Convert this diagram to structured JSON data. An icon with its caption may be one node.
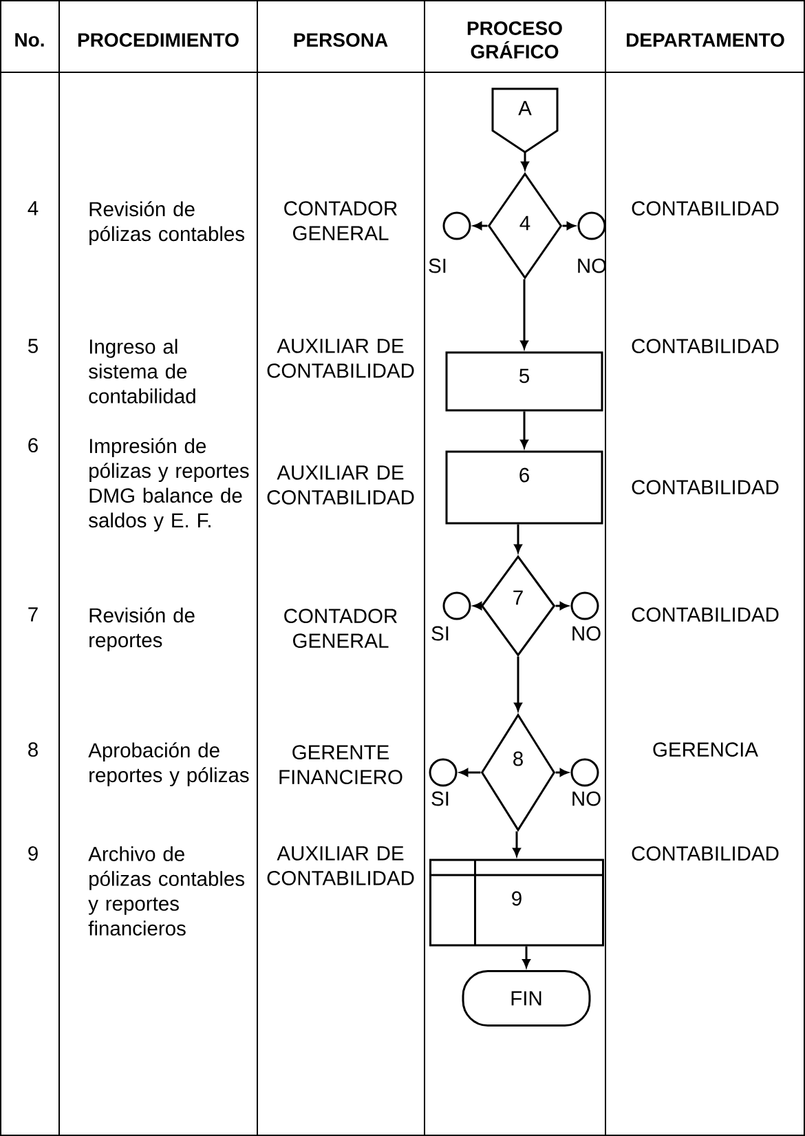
{
  "diagram": {
    "nodes": [
      {
        "text": [
          "A"
        ]
      },
      {
        "text": [
          "4"
        ]
      },
      {
        "text": [],
        "shape": "circle",
        "beside": [
          "SI"
        ]
      },
      {
        "text": [],
        "shape": "circle",
        "beside": [
          "NO"
        ]
      },
      {
        "text": [
          "5"
        ]
      },
      {
        "text": [
          "6"
        ]
      },
      {
        "text": [
          "7"
        ]
      },
      {
        "text": [],
        "shape": "circle",
        "beside": [
          "SI"
        ]
      },
      {
        "text": [],
        "shape": "circle",
        "beside": [
          "NO"
        ]
      },
      {
        "text": [
          "8"
        ]
      },
      {
        "text": [],
        "shape": "circle",
        "beside": [
          "SI"
        ]
      },
      {
        "text": [],
        "shape": "circle",
        "beside": [
          "NO"
        ]
      },
      {
        "text": [
          "9"
        ]
      },
      {
        "text": [
          "FIN"
        ]
      }
    ],
    "edges": [
      {
        "from": 0,
        "to": 1,
        "arrow": "to"
      },
      {
        "from": 1,
        "to": 2,
        "arrow": "to"
      },
      {
        "from": 1,
        "to": 3,
        "arrow": "to"
      },
      {
        "from": 1,
        "to": 4,
        "arrow": "to"
      },
      {
        "from": 4,
        "to": 5,
        "arrow": "to"
      },
      {
        "from": 5,
        "to": 6,
        "arrow": "to"
      },
      {
        "from": 6,
        "to": 7,
        "arrow": "to"
      },
      {
        "from": 6,
        "to": 8,
        "arrow": "to"
      },
      {
        "from": 6,
        "to": 9,
        "arrow": "to"
      },
      {
        "from": 9,
        "to": 10,
        "arrow": "to"
      },
      {
        "from": 9,
        "to": 11,
        "arrow": "to"
      },
      {
        "from": 9,
        "to": 12,
        "arrow": "to"
      },
      {
        "from": 12,
        "to": 13,
        "arrow": "to"
      }
    ],
    "labels": [
      "No.",
      "PROCEDIMIENTO",
      "PERSONA",
      "PROCESO GRÁFICO",
      "DEPARTAMENTO",
      "4",
      "Revisión de pólizas contables",
      "CONTADOR GENERAL",
      "CONTABILIDAD",
      "5",
      "Ingreso al sistema de contabilidad",
      "AUXILIAR DE CONTABILIDAD",
      "CONTABILIDAD",
      "6",
      "Impresión de pólizas y reportes DMG balance de saldos y E. F.",
      "AUXILIAR DE CONTABILIDAD",
      "CONTABILIDAD",
      "7",
      "Revisión de reportes",
      "CONTADOR GENERAL",
      "CONTABILIDAD",
      "8",
      "Aprobación de reportes y pólizas",
      "GERENTE FINANCIERO",
      "GERENCIA",
      "9",
      "Archivo de pólizas contables y reportes financieros",
      "AUXILIAR DE CONTABILIDAD",
      "CONTABILIDAD"
    ]
  }
}
